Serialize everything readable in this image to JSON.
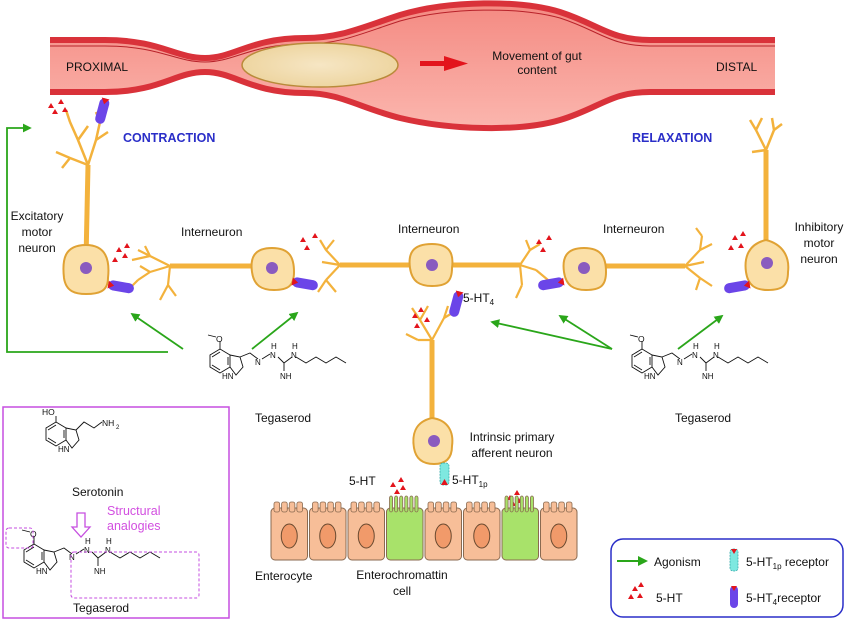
{
  "gut": {
    "proximal": "PROXIMAL",
    "distal": "DISTAL",
    "movement": [
      "Movement of gut",
      "content"
    ]
  },
  "actions": {
    "contraction": "CONTRACTION",
    "relaxation": "RELAXATION"
  },
  "neurons": {
    "excitatory": [
      "Excitatory",
      "motor",
      "neuron"
    ],
    "interneuron_1": "Interneuron",
    "interneuron_2": "Interneuron",
    "interneuron_3": "Interneuron",
    "inhibitory": [
      "Inhibitory",
      "motor",
      "neuron"
    ],
    "ipan": [
      "Intrinsic primary",
      "afferent neuron"
    ]
  },
  "receptors": {
    "ht4_base": "5-HT",
    "ht4_sub": "4",
    "ht1p_base": "5-HT",
    "ht1p_sub": "1p",
    "ht_free": "5-HT"
  },
  "epithelium": {
    "enterocyte": "Enterocyte",
    "ec_cell": [
      "Enterochromattin",
      "cell"
    ]
  },
  "drugs": {
    "tegaserod_left": "Tegaserod",
    "tegaserod_right": "Tegaserod"
  },
  "inset": {
    "serotonin_label": "Serotonin",
    "analogy_text": [
      "Structural",
      "analogies"
    ],
    "tegaserod_label": "Tegaserod",
    "atoms": {
      "ho": "HO",
      "nh2": "NH",
      "nh2_sub": "2",
      "hn": "HN",
      "o": "O",
      "n": "N",
      "h": "H",
      "nh": "NH"
    }
  },
  "legend": {
    "agonism": "Agonism",
    "ht": "5-HT",
    "ht1p_base": "5-HT",
    "ht1p_sub": "1p",
    "ht1p_suffix": " receptor",
    "ht4_base": "5-HT",
    "ht4_sub": "4",
    "ht4_suffix": "receptor"
  },
  "colors": {
    "gut_wall": "#d9323a",
    "gut_lumen": "#f7a29a",
    "bolus": "#f1ddb0",
    "neuron": "#f3b23c",
    "soma": "#fbe0a8",
    "nucleus": "#8a5bbf",
    "ht4_receptor": "#6b45e8",
    "ht1p_receptor": "#7ee8e0",
    "serotonin": "#e3141c",
    "agonism_arrow": "#2aa61a",
    "inset_border": "#c64fe0",
    "legend_border": "#2a2ec8",
    "enterocyte": "#f7be98",
    "ec_cell": "#a8e26a"
  }
}
